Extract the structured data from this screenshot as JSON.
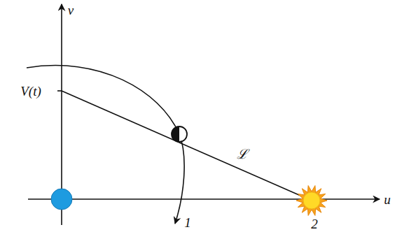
{
  "diagram": {
    "labels": [
      "v",
      "V(t)",
      "ℒ",
      "u",
      "1",
      "2"
    ]
  }
}
